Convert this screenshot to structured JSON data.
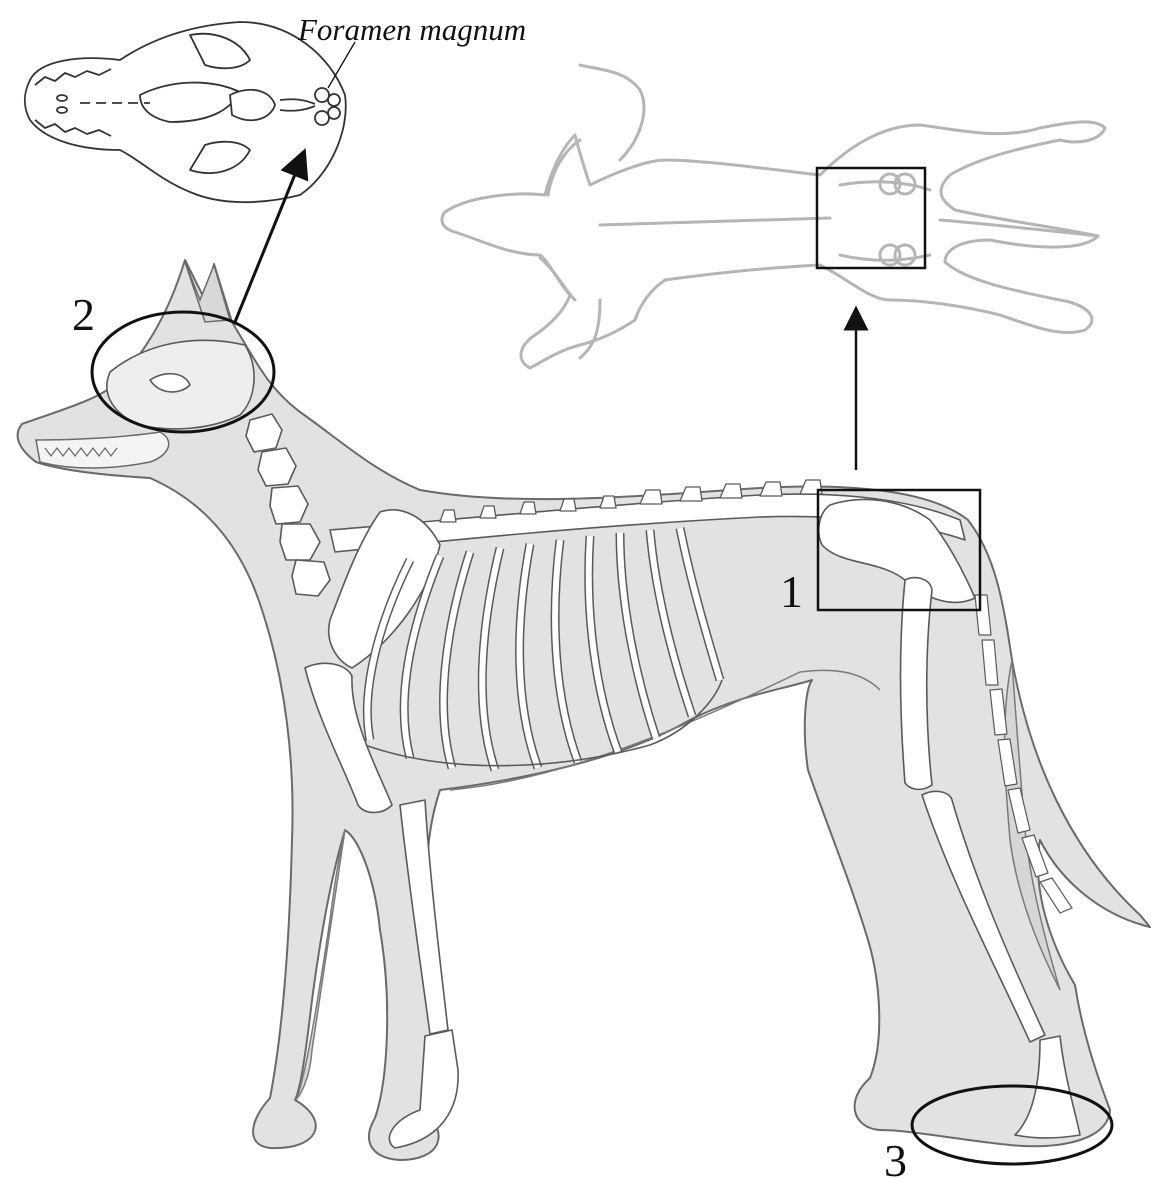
{
  "labels": {
    "foramen_magnum": "Foramen magnum",
    "region_1": "1",
    "region_2": "2",
    "region_3": "3"
  },
  "colors": {
    "body_fill": "#e2e2e2",
    "outline": "#6a6a6a",
    "bone_fill": "#ffffff",
    "bone_stroke": "#5a5a5a",
    "marker": "#111111",
    "top_view_stroke": "#b5b5b5"
  }
}
